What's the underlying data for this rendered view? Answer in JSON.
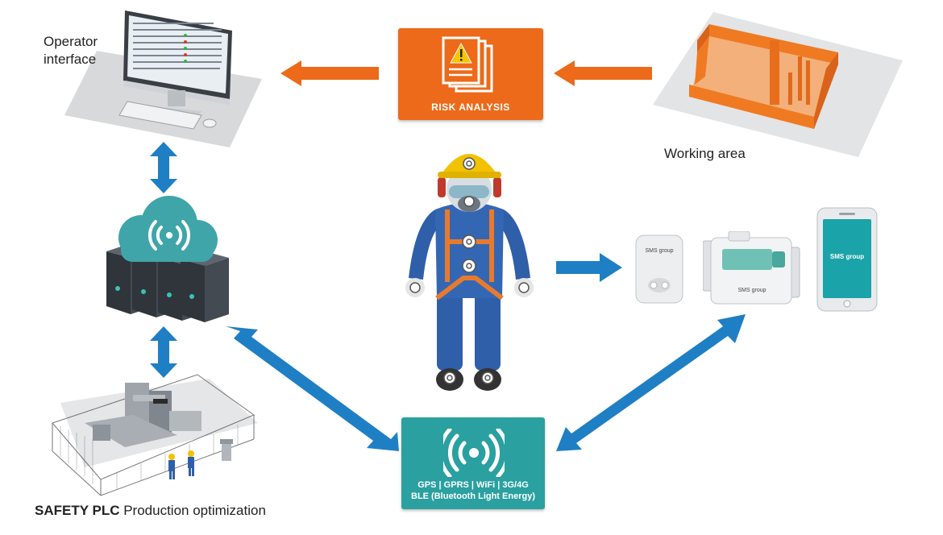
{
  "labels": {
    "operator_interface_line1": "Operator",
    "operator_interface_line2": "interface",
    "working_area": "Working area",
    "safety_plc_bold": "SAFETY PLC",
    "safety_plc_rest": " Production optimization"
  },
  "risk_analysis": {
    "label": "RISK ANALYSIS",
    "icon": "warning-document-icon"
  },
  "connectivity": {
    "line1": "GPS | GPRS | WiFi | 3G/4G",
    "line2": "BLE (Bluetooth Light Energy)",
    "icon": "wireless-signal-icon"
  },
  "devices": {
    "brand_label_1": "SMS group",
    "brand_label_2": "SMS group",
    "brand_label_3": "SMS group"
  },
  "colors": {
    "orange": "#ec6a1a",
    "teal": "#2aa0a0",
    "blue_arrow": "#1f7fc4",
    "worker_suit": "#2f5fa8",
    "helmet": "#f2c200"
  }
}
